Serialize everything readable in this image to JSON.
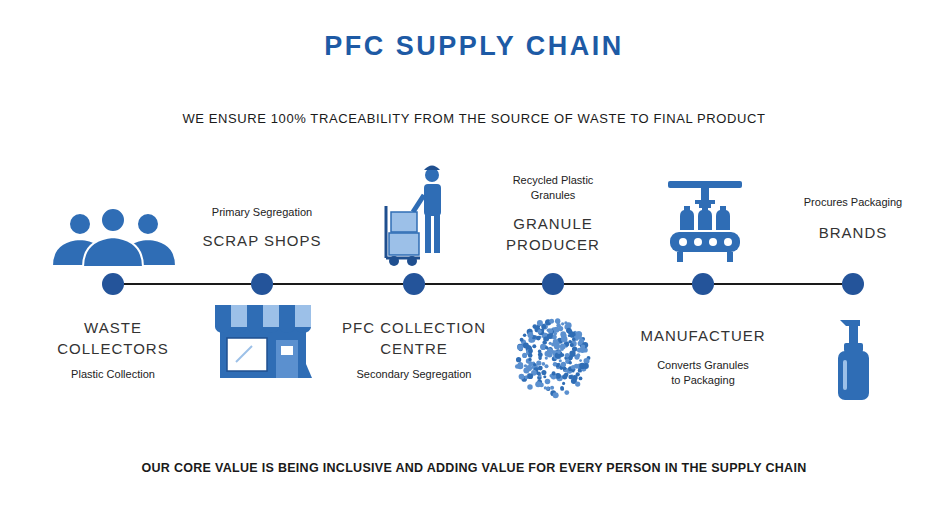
{
  "diagram": {
    "title": "PFC SUPPLY CHAIN",
    "nodes": [
      {
        "text": [
          "WASTE COLLECTORS",
          "Plastic Collection"
        ]
      },
      {
        "text": [
          "Primary Segregation",
          "SCRAP SHOPS"
        ]
      },
      {
        "text": [
          "PFC COLLECTION CENTRE",
          "Secondary Segregation"
        ]
      },
      {
        "text": [
          "Recycled Plastic Granules",
          "GRANULE PRODUCER"
        ]
      },
      {
        "text": [
          "MANUFACTUER",
          "Converts Granules to Packaging"
        ]
      },
      {
        "text": [
          "Procures Packaging",
          "BRANDS"
        ]
      }
    ],
    "edges": [
      {
        "from": 0,
        "to": 1,
        "arrow": "none"
      },
      {
        "from": 1,
        "to": 2,
        "arrow": "none"
      },
      {
        "from": 2,
        "to": 3,
        "arrow": "none"
      },
      {
        "from": 3,
        "to": 4,
        "arrow": "none"
      },
      {
        "from": 4,
        "to": 5,
        "arrow": "none"
      }
    ],
    "labels": [
      "WE ENSURE 100% TRACEABILITY FROM THE SOURCE OF WASTE TO FINAL PRODUCT",
      "OUR CORE VALUE IS BEING INCLUSIVE AND ADDING VALUE FOR EVERY PERSON IN THE SUPPLY CHAIN"
    ]
  }
}
